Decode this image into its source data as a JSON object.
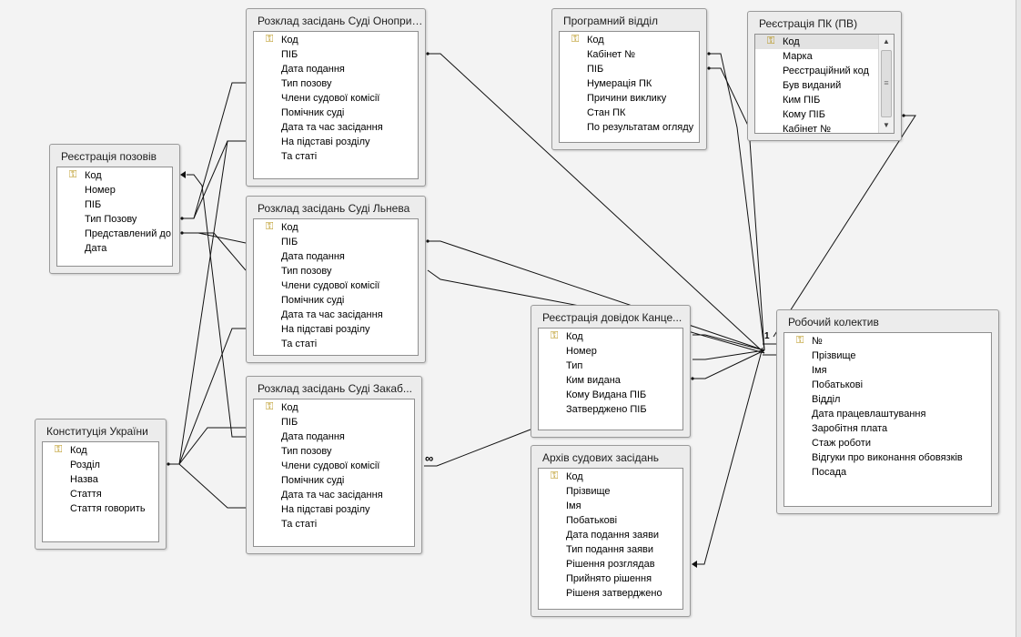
{
  "tables": [
    {
      "id": "rozklad_onop",
      "title": "Розклад засідань Суді Оноприє...",
      "fields": [
        "Код",
        "ПІБ",
        "Дата подання",
        "Тип позову",
        "Члени судової комісії",
        "Помічник суді",
        "Дата та час засідання",
        "На підставі розділу",
        "Та статі"
      ]
    },
    {
      "id": "prohramnyi",
      "title": "Програмний відділ",
      "fields": [
        "Код",
        "Кабінет №",
        "ПІБ",
        "Нумерація ПК",
        "Причини виклику",
        "Стан ПК",
        "По результатам огляду"
      ]
    },
    {
      "id": "reestr_pk",
      "title": "Реєстрація ПК (ПВ)",
      "fields": [
        "Код",
        "Марка",
        "Реєстраційний код",
        "Був виданий",
        "Ким ПІБ",
        "Кому ПІБ",
        "Кабінет №"
      ]
    },
    {
      "id": "reestr_pozoviv",
      "title": "Реєстрація позовів",
      "fields": [
        "Код",
        "Номер",
        "ПІБ",
        "Тип Позову",
        "Представлений до",
        "Дата"
      ]
    },
    {
      "id": "rozklad_lnev",
      "title": "Розклад засідань Суді Льнева",
      "fields": [
        "Код",
        "ПІБ",
        "Дата подання",
        "Тип позову",
        "Члени судової комісії",
        "Помічник суді",
        "Дата та час засідання",
        "На підставі розділу",
        "Та статі"
      ]
    },
    {
      "id": "dovidok",
      "title": "Реєстрація довідок Канце...",
      "fields": [
        "Код",
        "Номер",
        "Тип",
        "Ким видана",
        "Кому Видана ПІБ",
        "Затверджено ПІБ"
      ]
    },
    {
      "id": "robochyi",
      "title": "Робочий колектив",
      "fields": [
        "№",
        "Прізвище",
        "Імя",
        "Побатькові",
        "Відділ",
        "Дата працевлаштування",
        "Заробітня плата",
        "Стаж роботи",
        "Відгуки про виконання обовязків",
        "Посада"
      ]
    },
    {
      "id": "konstytutsia",
      "title": "Конституція України",
      "fields": [
        "Код",
        "Розділ",
        "Назва",
        "Стаття",
        "Стаття говорить"
      ]
    },
    {
      "id": "rozklad_zakab",
      "title": "Розклад засідань Суді Закаб...",
      "fields": [
        "Код",
        "ПІБ",
        "Дата подання",
        "Тип позову",
        "Члени судової комісії",
        "Помічник суді",
        "Дата та час засідання",
        "На підставі розділу",
        "Та статі"
      ]
    },
    {
      "id": "arkhiv",
      "title": "Архів судових засідань",
      "fields": [
        "Код",
        "Прізвище",
        "Імя",
        "Побатькові",
        "Дата подання заяви",
        "Тип подання заяви",
        "Рішення розглядав",
        "Прийнято рішення",
        "Рішеня затверджено"
      ]
    }
  ],
  "relationship_labels": {
    "one": "1",
    "many": "∞"
  }
}
